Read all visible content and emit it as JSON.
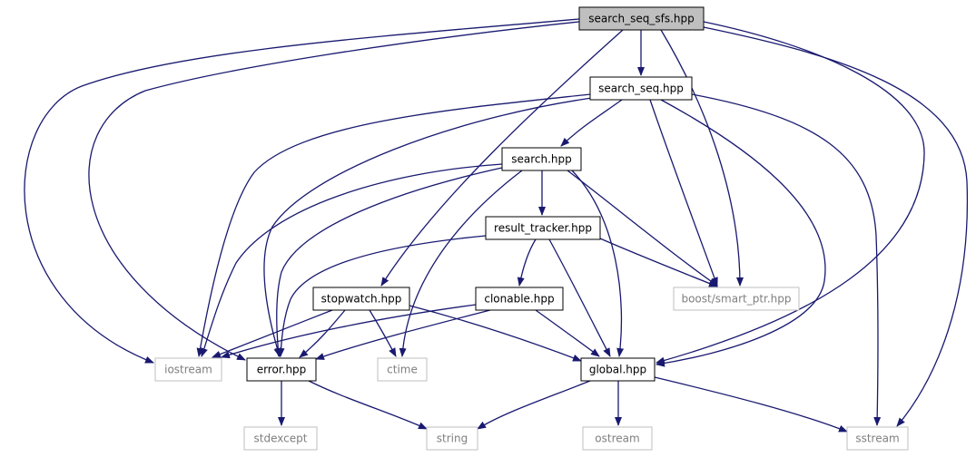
{
  "diagram": {
    "colors": {
      "edge": "#191970",
      "root_fill": "#bfbfbf",
      "node_border": "#000000",
      "system_border": "#bfbfbf",
      "system_text": "#7f7f7f",
      "text": "#000000"
    },
    "nodes": [
      {
        "id": "search_seq_sfs",
        "label": "search_seq_sfs.hpp",
        "kind": "root"
      },
      {
        "id": "search_seq",
        "label": "search_seq.hpp",
        "kind": "local"
      },
      {
        "id": "search",
        "label": "search.hpp",
        "kind": "local"
      },
      {
        "id": "result_tracker",
        "label": "result_tracker.hpp",
        "kind": "local"
      },
      {
        "id": "stopwatch",
        "label": "stopwatch.hpp",
        "kind": "local"
      },
      {
        "id": "clonable",
        "label": "clonable.hpp",
        "kind": "local"
      },
      {
        "id": "boost_smart_ptr",
        "label": "boost/smart_ptr.hpp",
        "kind": "system"
      },
      {
        "id": "iostream",
        "label": "iostream",
        "kind": "system"
      },
      {
        "id": "error",
        "label": "error.hpp",
        "kind": "local"
      },
      {
        "id": "ctime",
        "label": "ctime",
        "kind": "system"
      },
      {
        "id": "global",
        "label": "global.hpp",
        "kind": "local"
      },
      {
        "id": "stdexcept",
        "label": "stdexcept",
        "kind": "system"
      },
      {
        "id": "string",
        "label": "string",
        "kind": "system"
      },
      {
        "id": "ostream",
        "label": "ostream",
        "kind": "system"
      },
      {
        "id": "sstream",
        "label": "sstream",
        "kind": "system"
      }
    ],
    "edges": [
      {
        "from": "search_seq_sfs",
        "to": "search_seq"
      },
      {
        "from": "search_seq_sfs",
        "to": "stopwatch"
      },
      {
        "from": "search_seq_sfs",
        "to": "boost_smart_ptr"
      },
      {
        "from": "search_seq_sfs",
        "to": "iostream"
      },
      {
        "from": "search_seq_sfs",
        "to": "error"
      },
      {
        "from": "search_seq_sfs",
        "to": "global"
      },
      {
        "from": "search_seq_sfs",
        "to": "sstream"
      },
      {
        "from": "search_seq",
        "to": "search"
      },
      {
        "from": "search_seq",
        "to": "iostream"
      },
      {
        "from": "search_seq",
        "to": "error"
      },
      {
        "from": "search_seq",
        "to": "boost_smart_ptr"
      },
      {
        "from": "search_seq",
        "to": "global"
      },
      {
        "from": "search_seq",
        "to": "sstream"
      },
      {
        "from": "search",
        "to": "result_tracker"
      },
      {
        "from": "search",
        "to": "iostream"
      },
      {
        "from": "search",
        "to": "error"
      },
      {
        "from": "search",
        "to": "ctime"
      },
      {
        "from": "search",
        "to": "boost_smart_ptr"
      },
      {
        "from": "search",
        "to": "global"
      },
      {
        "from": "result_tracker",
        "to": "clonable"
      },
      {
        "from": "result_tracker",
        "to": "error"
      },
      {
        "from": "result_tracker",
        "to": "boost_smart_ptr"
      },
      {
        "from": "result_tracker",
        "to": "global"
      },
      {
        "from": "stopwatch",
        "to": "iostream"
      },
      {
        "from": "stopwatch",
        "to": "error"
      },
      {
        "from": "stopwatch",
        "to": "ctime"
      },
      {
        "from": "stopwatch",
        "to": "global"
      },
      {
        "from": "clonable",
        "to": "iostream"
      },
      {
        "from": "clonable",
        "to": "error"
      },
      {
        "from": "clonable",
        "to": "global"
      },
      {
        "from": "error",
        "to": "stdexcept"
      },
      {
        "from": "error",
        "to": "string"
      },
      {
        "from": "global",
        "to": "string"
      },
      {
        "from": "global",
        "to": "ostream"
      },
      {
        "from": "global",
        "to": "sstream"
      }
    ]
  }
}
